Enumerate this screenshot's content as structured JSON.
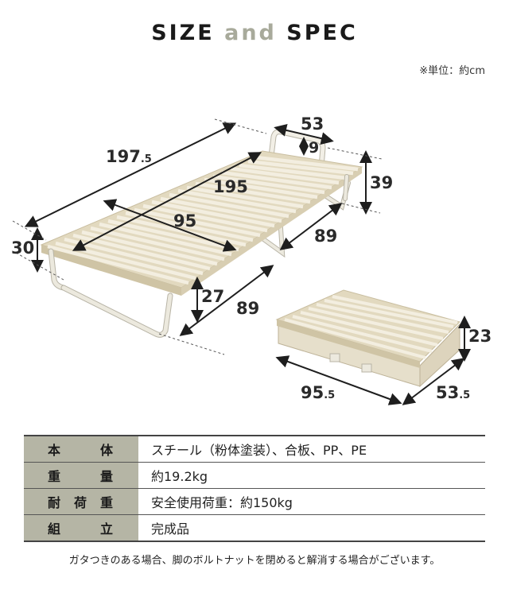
{
  "header": {
    "title_part1": "SIZE",
    "title_part2": "and",
    "title_part3": "SPEC",
    "unit_note": "※単位：約cm"
  },
  "diagram": {
    "open_bed": {
      "overall_length": {
        "main": "197",
        "decimal": ".5"
      },
      "slat_length": "195",
      "half_length": "95",
      "width_top": "53",
      "handle_height": "9",
      "head_height": "39",
      "foot_height": "30",
      "leg_height": "27",
      "leg_depth_front": "89",
      "leg_depth_back": "89"
    },
    "folded_bed": {
      "length": {
        "main": "95",
        "decimal": ".5"
      },
      "width": {
        "main": "53",
        "decimal": ".5"
      },
      "height": "23"
    },
    "colors": {
      "wood": "#e9e2cf",
      "wood_edge": "#c9bea0",
      "frame": "#ece9de",
      "frame_edge": "#b8b4a6",
      "arrow": "#1e1e1e"
    }
  },
  "spec_table": {
    "rows": [
      {
        "label": "本体",
        "value": "スチール（粉体塗装）、合板、PP、PE"
      },
      {
        "label": "重量",
        "value": "約19.2kg"
      },
      {
        "label": "耐荷重",
        "value": "安全使用荷重：約150kg"
      },
      {
        "label": "組立",
        "value": "完成品"
      }
    ],
    "label_bg": "#b5b5a5"
  },
  "footnote": "ガタつきのある場合、脚のボルトナットを閉めると解消する場合がございます。"
}
